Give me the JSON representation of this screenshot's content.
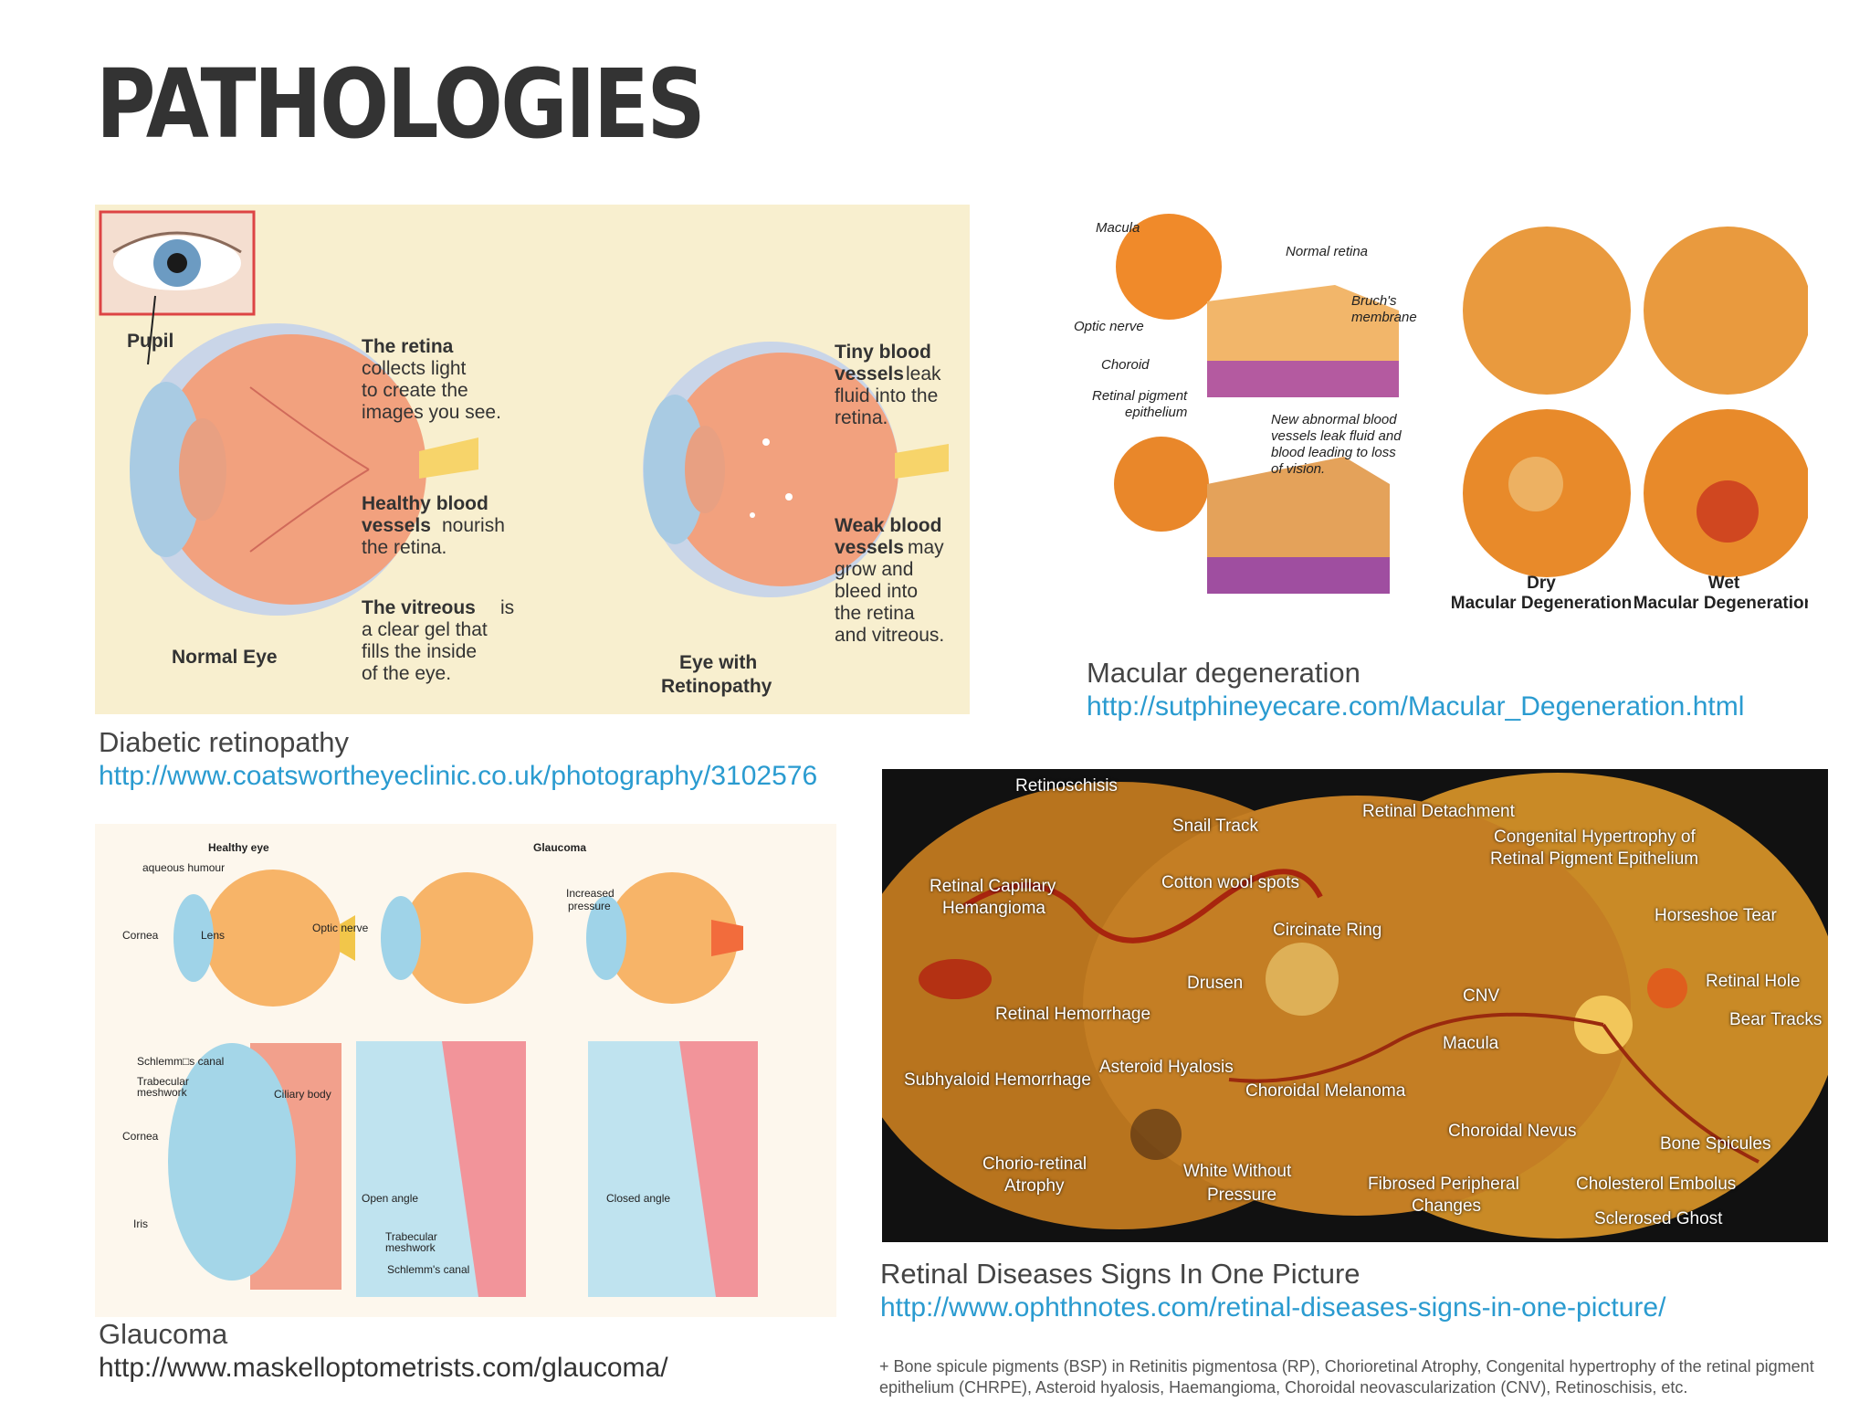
{
  "page": {
    "title": "PATHOLOGIES"
  },
  "figures": {
    "diabetic": {
      "caption": "Diabetic retinopathy",
      "link": "http://www.coatswortheyeclinic.co.uk/photography/3102576",
      "labels": {
        "pupil": "Pupil",
        "retina_bold": "The retina",
        "retina_text": [
          "collects light",
          "to create the",
          "images you see."
        ],
        "healthy_bold": [
          "Healthy blood",
          "vessels"
        ],
        "healthy_text": [
          "nourish",
          "the retina."
        ],
        "vitreous_bold": "The vitreous",
        "vitreous_text": [
          "is",
          "a clear gel that",
          "fills the inside",
          "of the eye."
        ],
        "normal_eye": "Normal Eye",
        "tiny_bold": [
          "Tiny blood",
          "vessels"
        ],
        "tiny_text": [
          "leak",
          "fluid into the",
          "retina."
        ],
        "weak_bold": [
          "Weak blood",
          "vessels"
        ],
        "weak_text": [
          "may",
          "grow and",
          "bleed into",
          "the retina",
          "and vitreous."
        ],
        "retinopathy_eye": [
          "Eye with",
          "Retinopathy"
        ]
      }
    },
    "macular": {
      "caption": "Macular degeneration",
      "link": "http://sutphineyecare.com/Macular_Degeneration.html",
      "labels": {
        "macula": "Macula",
        "normal_retina": "Normal retina",
        "bruchs": [
          "Bruch's",
          "membrane"
        ],
        "optic_nerve": "Optic nerve",
        "choroid": "Choroid",
        "rpe": [
          "Retinal pigment",
          "epithelium"
        ],
        "abnormal": [
          "New abnormal blood",
          "vessels leak fluid and",
          "blood leading to loss",
          "of vision."
        ],
        "dry": [
          "Dry",
          "Macular Degeneration"
        ],
        "wet": [
          "Wet",
          "Macular Degeneration"
        ]
      }
    },
    "glaucoma": {
      "caption": "Glaucoma",
      "link": "http://www.maskelloptometrists.com/glaucoma/",
      "labels": {
        "healthy_eye": "Healthy eye",
        "glaucoma": "Glaucoma",
        "aqueous": "aqueous humour",
        "cornea": "Cornea",
        "lens": "Lens",
        "optic_nerve": "Optic nerve",
        "increased": [
          "Increased",
          "pressure"
        ],
        "schlemm": "Schlemm□s canal",
        "trabecular": [
          "Trabecular",
          "meshwork"
        ],
        "ciliary": "Ciliary body",
        "cornea2": "Cornea",
        "iris": "Iris",
        "open_angle": "Open angle",
        "trabecular2": [
          "Trabecular",
          "meshwork"
        ],
        "schlemm2": "Schlemm's canal",
        "closed_angle": "Closed angle"
      }
    },
    "retinal": {
      "caption": "Retinal Diseases Signs In One Picture",
      "link": "http://www.ophthnotes.com/retinal-diseases-signs-in-one-picture/",
      "labels": [
        "Retinoschisis",
        "Snail Track",
        "Retinal Detachment",
        "Congenital Hypertrophy of",
        "Retinal Pigment Epithelium",
        "Retinal Capillary",
        "Hemangioma",
        "Cotton wool spots",
        "Circinate Ring",
        "Horseshoe Tear",
        "Drusen",
        "CNV",
        "Retinal Hole",
        "Retinal Hemorrhage",
        "Bear Tracks",
        "Macula",
        "Asteroid Hyalosis",
        "Subhyaloid Hemorrhage",
        "Choroidal Melanoma",
        "Choroidal Nevus",
        "Bone Spicules",
        "Chorio-retinal",
        "Atrophy",
        "White Without",
        "Pressure",
        "Fibrosed Peripheral",
        "Changes",
        "Cholesterol Embolus",
        "Sclerosed Ghost"
      ]
    }
  },
  "footnote": "+ Bone spicule pigments (BSP) in Retinitis pigmentosa (RP), Chorioretinal Atrophy, Congenital hypertrophy of the retinal pigment epithelium (CHRPE), Asteroid hyalosis, Haemangioma, Choroidal neovascularization (CNV), Retinoschisis, etc."
}
